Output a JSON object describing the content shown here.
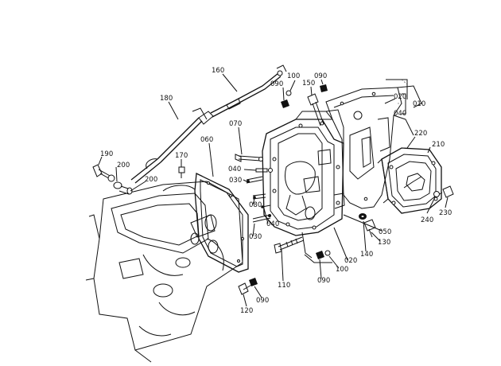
{
  "diagram": {
    "labels": [
      {
        "id": "l160",
        "text": "160"
      },
      {
        "id": "l180",
        "text": "180"
      },
      {
        "id": "l100a",
        "text": "100"
      },
      {
        "id": "l150",
        "text": "150"
      },
      {
        "id": "l090a",
        "text": "090"
      },
      {
        "id": "l090b",
        "text": "090"
      },
      {
        "id": "l020a",
        "text": "020"
      },
      {
        "id": "l010",
        "text": "010"
      },
      {
        "id": "l040a",
        "text": "040"
      },
      {
        "id": "l070",
        "text": "070"
      },
      {
        "id": "l220",
        "text": "220"
      },
      {
        "id": "l210",
        "text": "210"
      },
      {
        "id": "l190",
        "text": "190"
      },
      {
        "id": "l170",
        "text": "170"
      },
      {
        "id": "l060",
        "text": "060"
      },
      {
        "id": "l200a",
        "text": "200"
      },
      {
        "id": "l200b",
        "text": "200"
      },
      {
        "id": "l040b",
        "text": "040"
      },
      {
        "id": "l030a",
        "text": "030"
      },
      {
        "id": "l080",
        "text": "080"
      },
      {
        "id": "l040c",
        "text": "040"
      },
      {
        "id": "l030b",
        "text": "030"
      },
      {
        "id": "l240",
        "text": "240"
      },
      {
        "id": "l230",
        "text": "230"
      },
      {
        "id": "l050",
        "text": "050"
      },
      {
        "id": "l130",
        "text": "130"
      },
      {
        "id": "l140",
        "text": "140"
      },
      {
        "id": "l020b",
        "text": "020"
      },
      {
        "id": "l100b",
        "text": "100"
      },
      {
        "id": "l110",
        "text": "110"
      },
      {
        "id": "l090c",
        "text": "090"
      },
      {
        "id": "l120",
        "text": "120"
      },
      {
        "id": "l090d",
        "text": "090"
      }
    ]
  }
}
